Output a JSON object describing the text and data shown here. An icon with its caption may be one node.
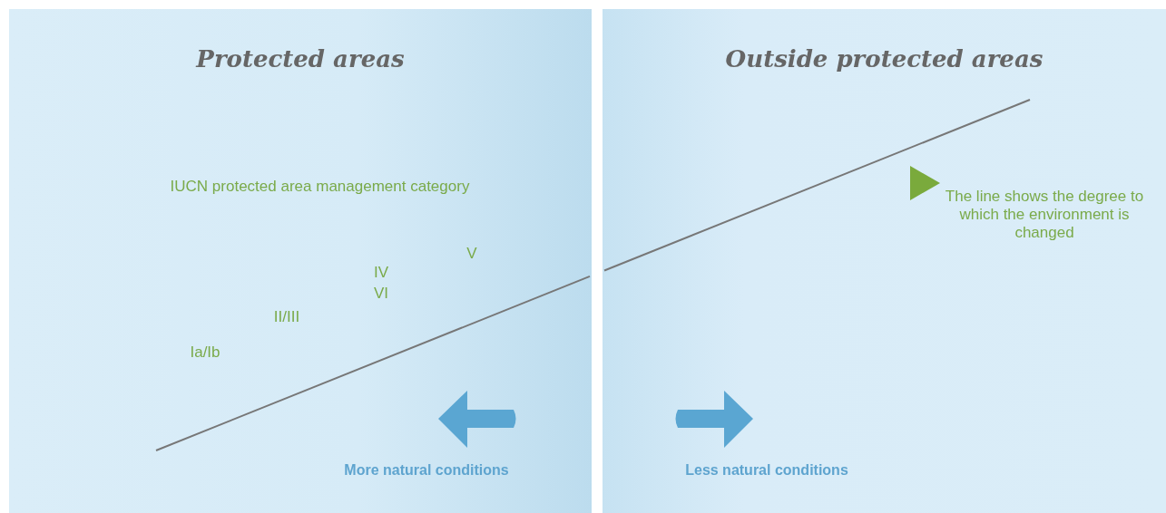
{
  "diagram": {
    "nodes": [
      {
        "text": [
          "Protected areas"
        ]
      },
      {
        "text": [
          "Outside protected areas"
        ]
      }
    ],
    "labels": [
      "IUCN protected area management category",
      "V",
      "IV",
      "VI",
      "II/III",
      "Ia/Ib",
      "The line shows the degree to which the environment is changed",
      "More natural conditions",
      "Less natural conditions"
    ]
  }
}
